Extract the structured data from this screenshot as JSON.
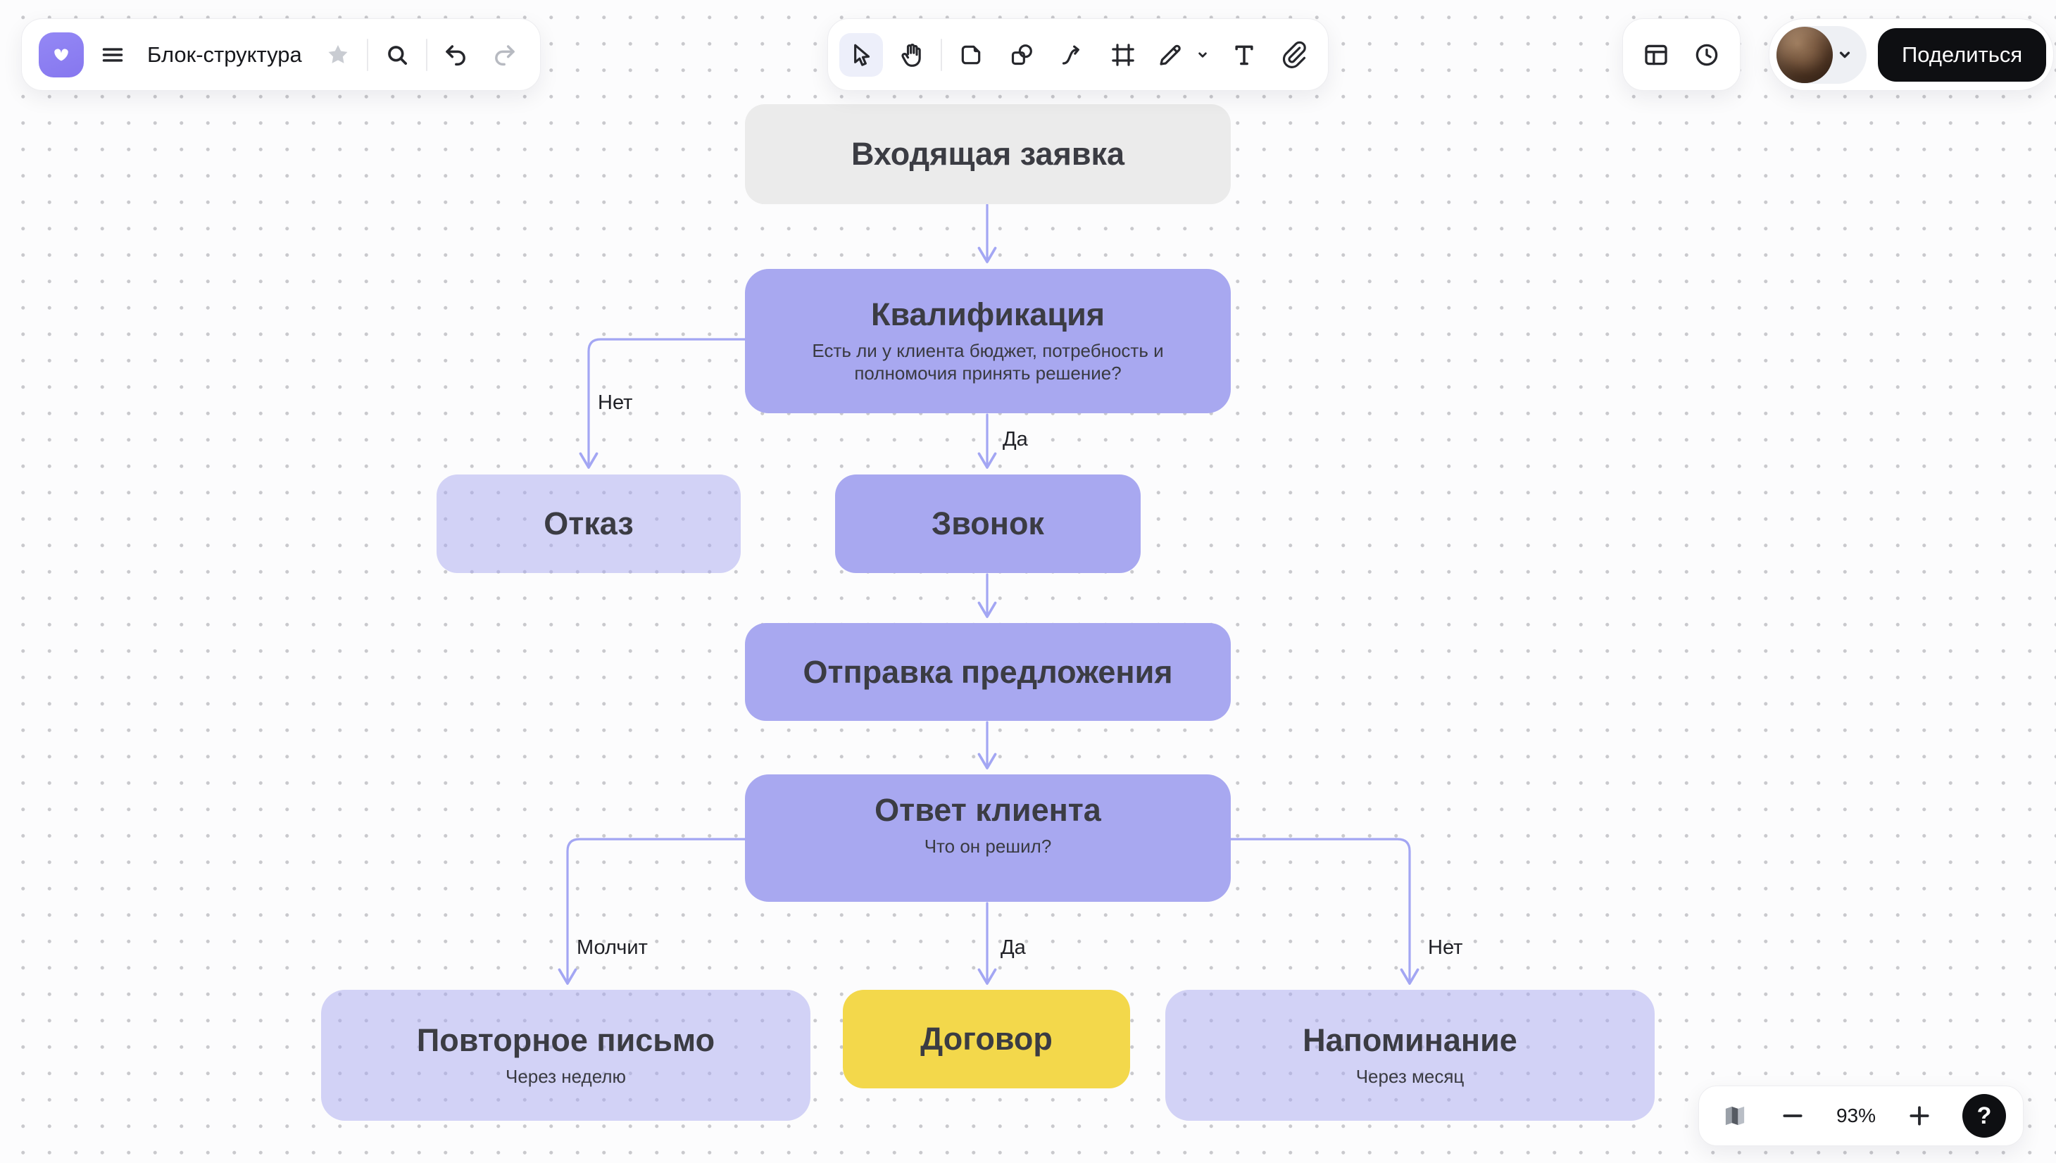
{
  "header": {
    "title": "Блок-структура"
  },
  "share": {
    "label": "Поделиться"
  },
  "zoom": {
    "value": "93%",
    "help_label": "?"
  },
  "nodes": {
    "incoming": {
      "title": "Входящая заявка"
    },
    "qualification": {
      "title": "Квалификация",
      "subtitle": "Есть ли у клиента бюджет, потребность и полномочия принять решение?"
    },
    "refusal": {
      "title": "Отказ"
    },
    "call": {
      "title": "Звонок"
    },
    "proposal": {
      "title": "Отправка предложения"
    },
    "response": {
      "title": "Ответ клиента",
      "subtitle": "Что он решил?"
    },
    "followup": {
      "title": "Повторное письмо",
      "subtitle": "Через неделю"
    },
    "contract": {
      "title": "Договор"
    },
    "reminder": {
      "title": "Напоминание",
      "subtitle": "Через месяц"
    }
  },
  "edges": {
    "qual_no": "Нет",
    "qual_yes": "Да",
    "resp_silent": "Молчит",
    "resp_yes": "Да",
    "resp_no": "Нет"
  },
  "icons": {
    "left_toolbar": [
      "app-logo",
      "menu",
      "favorite-star",
      "search",
      "undo",
      "redo"
    ],
    "center_toolbar": [
      "cursor",
      "hand",
      "sticker",
      "shapes",
      "connector-line",
      "frame",
      "pen",
      "pen-dropdown-chevron",
      "text",
      "attach"
    ],
    "right_toolbar": [
      "panels",
      "history-clock"
    ],
    "account": [
      "avatar",
      "chevron-down"
    ],
    "bottom_bar": [
      "minimap",
      "zoom-out",
      "zoom-in",
      "help"
    ]
  },
  "colors": {
    "node_purple": "#a8a8f0",
    "node_light_purple": "#d2d3f7",
    "node_yellow": "#f3d84b",
    "node_gray": "#ebebeb",
    "connector": "#a3a6f3",
    "logo_purple": "#8b7df2",
    "share_button": "#0e0f12"
  }
}
